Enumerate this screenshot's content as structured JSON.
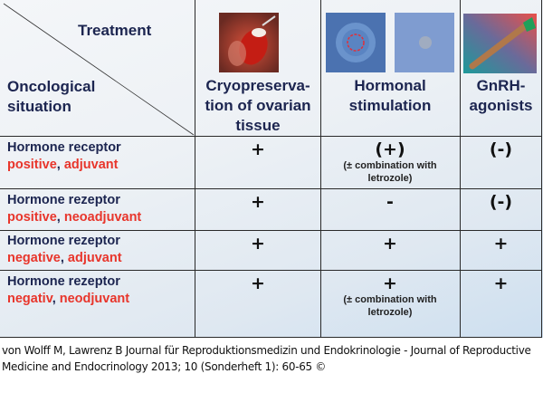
{
  "header": {
    "treatment_label": "Treatment",
    "oncological_label_line1": "Oncological",
    "oncological_label_line2": "situation"
  },
  "columns": [
    {
      "title_lines": [
        "Cryopreserva-",
        "tion of ovarian",
        "tissue"
      ],
      "image": "ovarian-tissue-surgery-photo"
    },
    {
      "title_lines": [
        "Hormonal",
        "stimulation"
      ],
      "image": "oocyte-micrograph-photos"
    },
    {
      "title_lines": [
        "GnRH-",
        "agonists"
      ],
      "image": "syringe-injection-photo"
    }
  ],
  "rows": [
    {
      "line1": "Hormone receptor",
      "status": "positive",
      "sep": ", ",
      "timing": "adjuvant",
      "cells": [
        {
          "value": "+"
        },
        {
          "value": "(+)",
          "note_lines": [
            "(± combination with",
            "letrozole)"
          ]
        },
        {
          "value": "(-)"
        }
      ]
    },
    {
      "line1": "Hormone rezeptor",
      "status": "positive",
      "sep": ", ",
      "timing": "neoadjuvant",
      "cells": [
        {
          "value": "+"
        },
        {
          "value": "-"
        },
        {
          "value": "(-)"
        }
      ]
    },
    {
      "line1": "Hormone rezeptor",
      "status": "negative",
      "sep": ", ",
      "timing": "adjuvant",
      "cells": [
        {
          "value": "+"
        },
        {
          "value": "+"
        },
        {
          "value": "+"
        }
      ]
    },
    {
      "line1": "Hormone rezeptor",
      "status": "negativ",
      "sep": ", ",
      "timing": "neodjuvant",
      "cells": [
        {
          "value": "+"
        },
        {
          "value": "+",
          "note_lines": [
            "(± combination with",
            "letrozole)"
          ]
        },
        {
          "value": "+"
        }
      ]
    }
  ],
  "caption": {
    "line1": "von Wolff M, Lawrenz B Journal für Reproduktionsmedizin und Endokrinologie - Journal of Reproductive",
    "line2": "Medicine and Endocrinology 2013; 10 (Sonderheft 1): 60-65 ©"
  },
  "colors": {
    "heading": "#1c2550",
    "accent_red": "#e8352b",
    "grid": "#2a2a2a"
  }
}
